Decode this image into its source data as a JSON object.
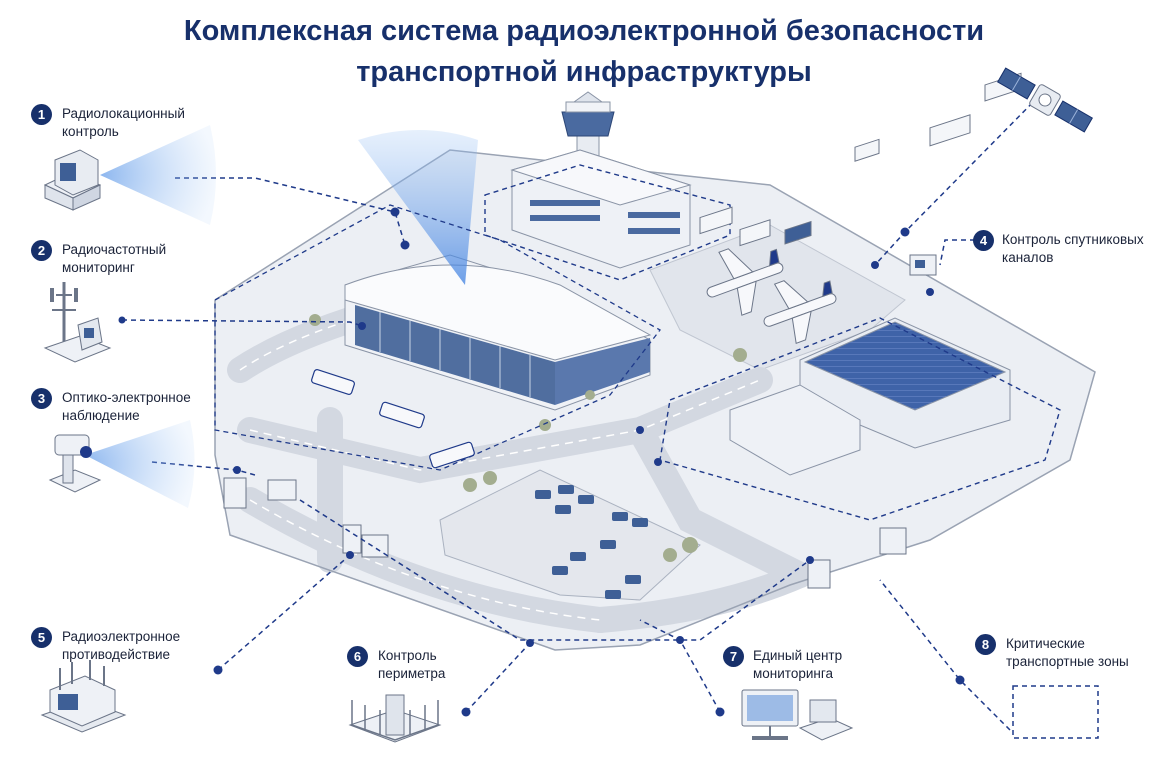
{
  "title": {
    "line1": "Комплексная система радиоэлектронной безопасности",
    "line2": "транспортной инфраструктуры"
  },
  "callouts": [
    {
      "number": "1",
      "line1": "Радиолокационный",
      "line2": "контроль",
      "icon": "radar-icon"
    },
    {
      "number": "2",
      "line1": "Радиочастотный",
      "line2": "мониторинг",
      "icon": "antenna-mast-icon"
    },
    {
      "number": "3",
      "line1": "Оптико-электронное",
      "line2": "наблюдение",
      "icon": "camera-icon"
    },
    {
      "number": "4",
      "line1": "Контроль спутниковых",
      "line2": "каналов",
      "icon": "satellite-icon"
    },
    {
      "number": "5",
      "line1": "Радиоэлектронное",
      "line2": "противодействие",
      "icon": "jammer-icon"
    },
    {
      "number": "6",
      "line1": "Контроль",
      "line2": "периметра",
      "icon": "fence-icon"
    },
    {
      "number": "7",
      "line1": "Единый центр",
      "line2": "мониторинга",
      "icon": "monitoring-workstation-icon"
    },
    {
      "number": "8",
      "line1": "Критические",
      "line2": "транспортные зоны",
      "icon": "critical-zone-icon"
    }
  ],
  "colors": {
    "title": "#17306b",
    "badge": "#17306b",
    "connector": "#1f3a8a",
    "beam": "#6fa8ec",
    "building": "#eef1f6",
    "glass": "#3e5f96",
    "road": "#d9dde5",
    "ground": "#eceff4"
  }
}
